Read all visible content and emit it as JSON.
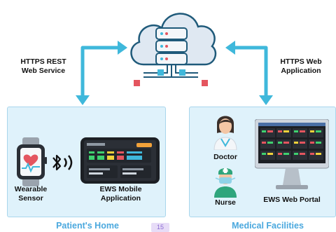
{
  "labels": {
    "left_protocol_line1": "HTTPS REST",
    "left_protocol_line2": "Web Service",
    "right_protocol_line1": "HTTPS Web",
    "right_protocol_line2": "Application",
    "wearable_line1": "Wearable",
    "wearable_line2": "Sensor",
    "mobile_app_line1": "EWS Mobile",
    "mobile_app_line2": "Application",
    "doctor": "Doctor",
    "nurse": "Nurse",
    "web_portal": "EWS Web Portal"
  },
  "sections": {
    "patients_home": "Patient's Home",
    "medical_facilities": "Medical Facilities"
  },
  "page_number": "15",
  "colors": {
    "panel_fill": "#dff2fb",
    "panel_border": "#a9d6ec",
    "arrow": "#3fb8db",
    "section_title": "#4aa8de"
  }
}
